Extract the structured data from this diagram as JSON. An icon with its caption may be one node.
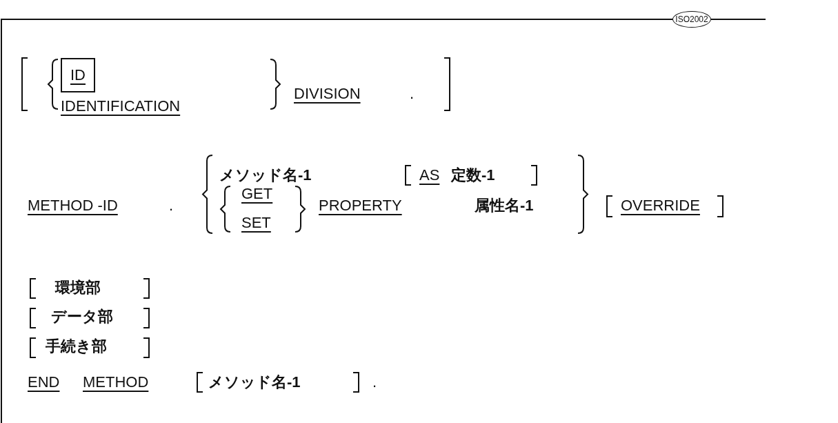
{
  "diagram": {
    "nodes": [
      {
        "text": [
          "ISO2002"
        ]
      },
      {
        "text": [
          "ID"
        ]
      }
    ],
    "labels": [
      "IDENTIFICATION",
      "DIVISION",
      ".",
      "METHOD -ID",
      ".",
      "メソッド名-1",
      "AS",
      "定数-1",
      "GET",
      "SET",
      "PROPERTY",
      "属性名-1",
      "OVERRIDE",
      "環境部",
      "データ部",
      "手続き部",
      "END",
      "METHOD",
      "メソッド名-1",
      "."
    ]
  }
}
